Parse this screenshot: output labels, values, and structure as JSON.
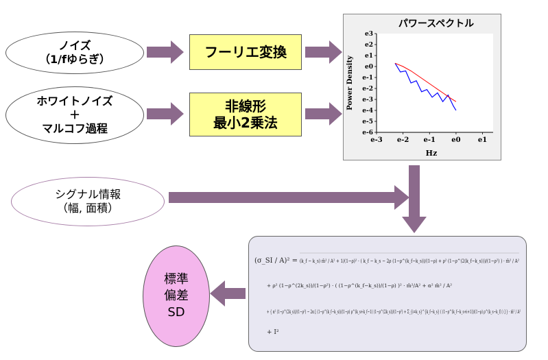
{
  "inputs": [
    {
      "line1": "ノイズ",
      "line2": "（1/fゆらぎ）"
    },
    {
      "line1": "ホワイトノイズ",
      "line2": "＋",
      "line3": "マルコフ過程"
    },
    {
      "line1": "シグナル情報",
      "line2": "（幅, 面積）"
    }
  ],
  "methods": {
    "fourier": "フーリエ変換",
    "nonlinear_line1": "非線形",
    "nonlinear_line2": "最小2乗法"
  },
  "output": {
    "line1": "標準",
    "line2": "偏差",
    "line3": "SD"
  },
  "colors": {
    "arrow": "#8c6a8c",
    "method_fill": "#ffff99",
    "output_fill": "#f4b6ec",
    "formula_fill": "#e8e7f2",
    "chart_bg": "#f0f0f0",
    "data_line": "#0000ff",
    "fit_line": "#ff0000"
  },
  "chart_data": {
    "type": "line",
    "title": "パワースペクトル",
    "xlabel": "Hz",
    "ylabel": "Power Density",
    "xscale": "log",
    "yscale": "log",
    "x_ticks": [
      "e-3",
      "e-2",
      "e-1",
      "e0",
      "e1"
    ],
    "y_ticks": [
      "e3",
      "e2",
      "e1",
      "e0",
      "e-1",
      "e-2",
      "e-3",
      "e-4",
      "e-5",
      "e-6"
    ],
    "xlim": [
      -3,
      1.4
    ],
    "ylim": [
      -6,
      3
    ],
    "series": [
      {
        "color": "blue",
        "x": [
          -2.3,
          -2.1,
          -1.9,
          -1.7,
          -1.5,
          -1.3,
          -1.1,
          -0.9,
          -0.7,
          -0.5,
          -0.3,
          -0.1,
          0.0
        ],
        "y": [
          0.3,
          -0.5,
          -0.4,
          -1.5,
          -1.3,
          -2.3,
          -2.1,
          -2.8,
          -2.4,
          -3.2,
          -2.6,
          -3.6,
          -4.0
        ]
      },
      {
        "color": "red",
        "x": [
          -2.3,
          -2.0,
          -1.7,
          -1.4,
          -1.1,
          -0.8,
          -0.5,
          -0.2,
          0.0
        ],
        "y": [
          0.3,
          0.0,
          -0.4,
          -0.9,
          -1.4,
          -1.9,
          -2.4,
          -2.9,
          -3.2
        ]
      }
    ]
  },
  "formula": {
    "row1_lhs": "(σ_SI / A)² =",
    "row1_rhs": "(k_f − k_s) m̄² / A²  +  1/(1−ρ)² · ( k_f − k_s − 2ρ (1−ρ^(k_f−k_s))/(1−ρ) + ρ² (1−ρ^(2(k_f−k_s)))/(1−ρ²) ) · m̄² / A²",
    "row2": "+ ρ² (1−ρ^(2k_s))/(1−ρ²) · ( (1−ρ^(k_f−k_s))/(1−ρ) )² · m̄²/A²  +  α² m̄² / A²",
    "row3": "+ { α² (1−ρ^(2k_s))/(1−ρ²) − 2α [ (1−ρ^(k_f−k_s))/(1−ρ) ρ^(k_s+k_f−1) (1−ρ^(2k_s))/(1−ρ²) + Σ_{i=k_s}^{k_f−k_s} ( (1−ρ^(k_f−k_s+i+1))/(1−ρ) ρ^(k_s−k_f) ) ] } · m̄² / A²",
    "row4": "+ I²"
  }
}
